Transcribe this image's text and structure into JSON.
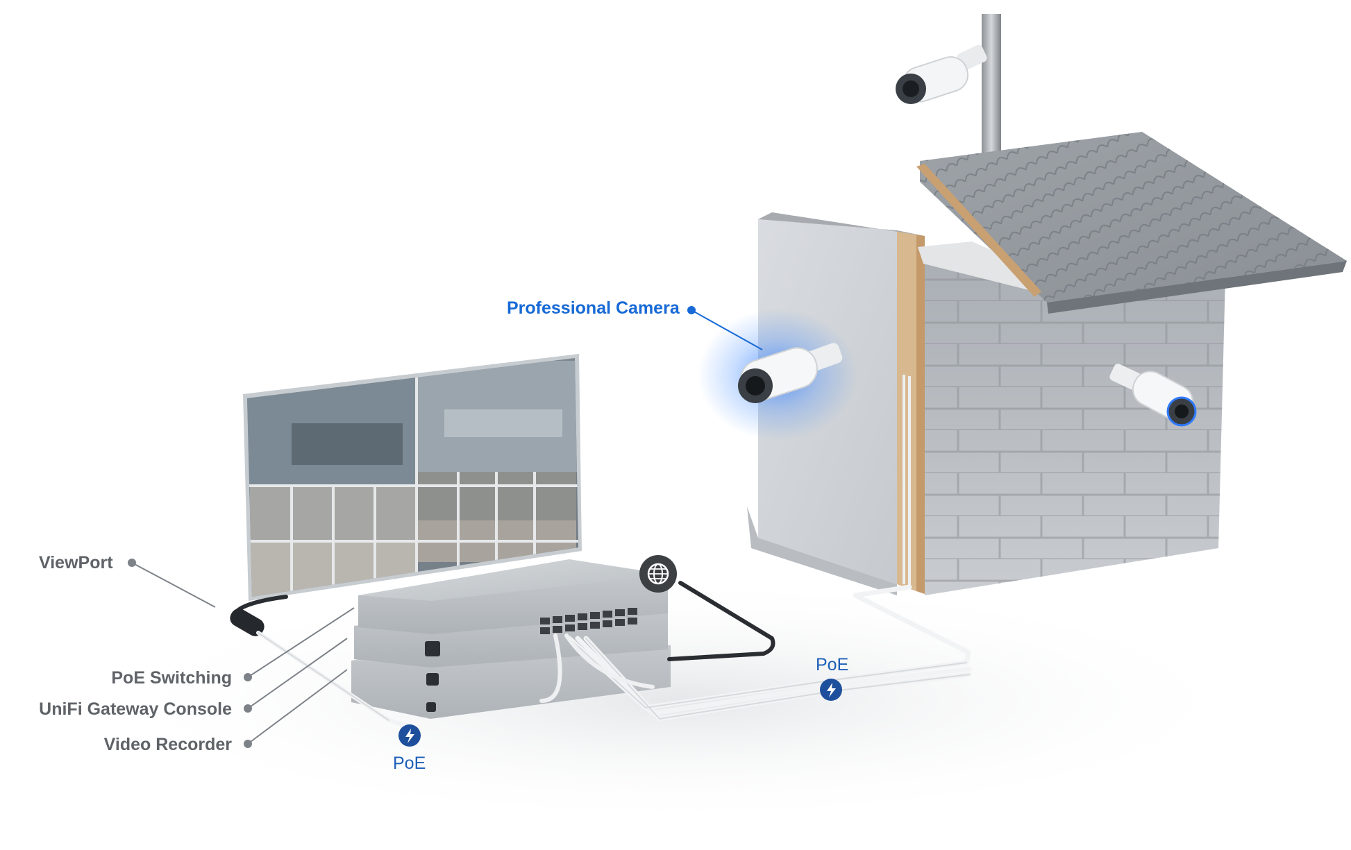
{
  "labels": {
    "viewport": "ViewPort",
    "poe_switching": "PoE Switching",
    "gateway_console": "UniFi Gateway Console",
    "video_recorder": "Video Recorder",
    "professional_camera": "Professional Camera"
  },
  "poe": {
    "left_label": "PoE",
    "right_label": "PoE"
  },
  "icons": {
    "poe_badge": "lightning-bolt-icon",
    "internet": "globe-icon"
  },
  "colors": {
    "label_gray": "#5f6368",
    "accent_blue": "#1769d6",
    "poe_badge": "#1d4f9c",
    "globe_badge": "#3c4043"
  }
}
